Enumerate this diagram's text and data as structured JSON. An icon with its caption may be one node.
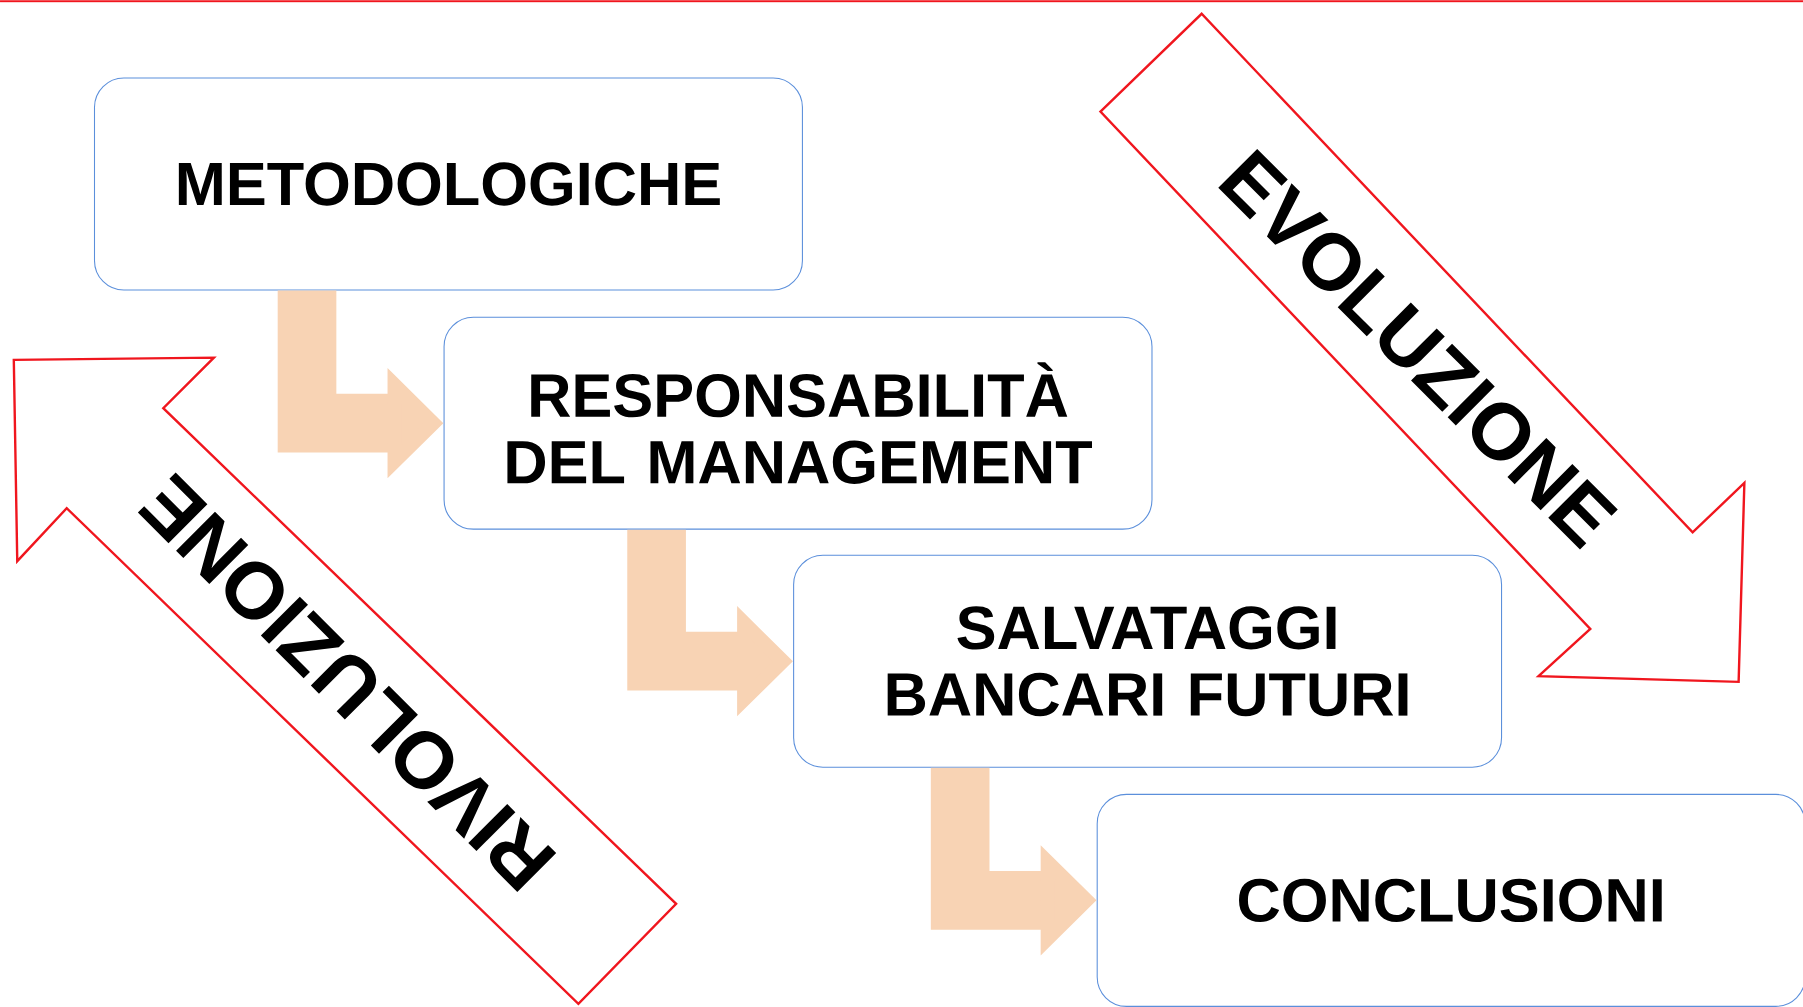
{
  "diagram": {
    "nodes": [
      {
        "text": [
          "METODOLOGICHE"
        ]
      },
      {
        "text": [
          "RESPONSABILITÀ DEL MANAGEMENT"
        ]
      },
      {
        "text": [
          "SALVATAGGI BANCARI FUTURI"
        ]
      },
      {
        "text": [
          "CONCLUSIONI"
        ]
      },
      {
        "text": [
          "EVOLUZIONE"
        ]
      },
      {
        "text": [
          "RIVOLUZIONE"
        ]
      }
    ],
    "edges": [
      {
        "from": 0,
        "to": 1,
        "arrow": "to"
      },
      {
        "from": 1,
        "to": 2,
        "arrow": "to"
      },
      {
        "from": 2,
        "to": 3,
        "arrow": "to"
      }
    ]
  }
}
